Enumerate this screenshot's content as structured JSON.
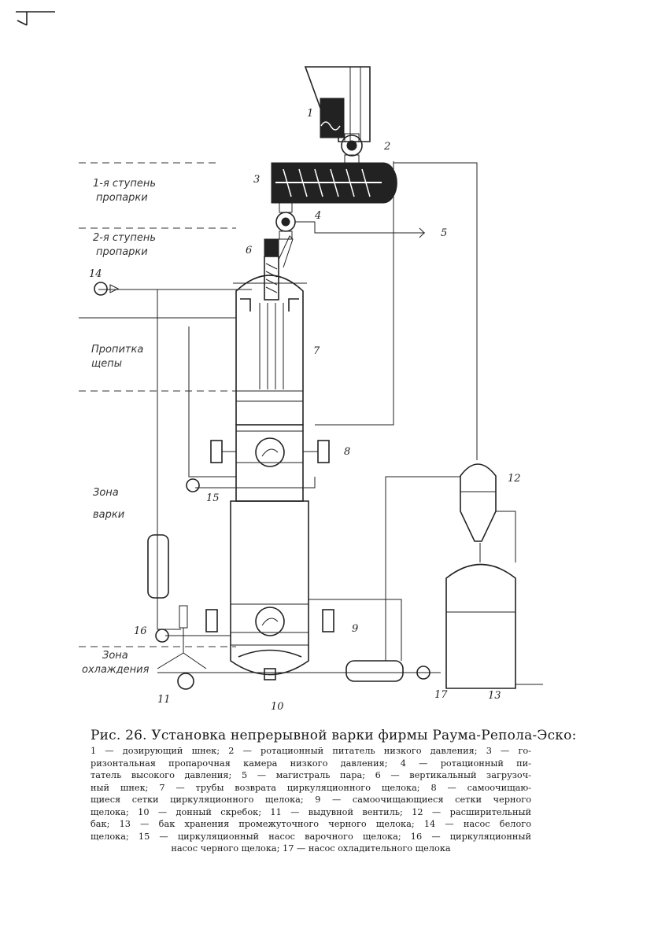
{
  "figure": {
    "caption_title": "Рис. 26. Установка непрерывной варки фирмы Раума-Репола-Эско:",
    "caption_lines": [
      "1 — дозирующий шнек; 2 — ротационный питатель низкого давления; 3 — го-",
      "ризонтальная пропарочная камера низкого давления; 4 — ротационный пи-",
      "татель высокого давления; 5 — магистраль пара; 6 — вертикальный загрузоч-",
      "ный шнек; 7 — трубы возврата циркуляционного щелока; 8 — самоочищаю-",
      "щиеся сетки циркуляционного щелока; 9 — самоочищающиеся сетки черного",
      "щелока; 10 — донный скребок; 11 — выдувной вентиль; 12 — расширительный",
      "бак; 13 — бак хранения промежуточного черного щелока; 14 — насос белого",
      "щелока; 15 — циркуляционный насос варочного щелока; 16 — циркуляционный",
      "насос черного щелока; 17 — насос охладительного щелока"
    ]
  },
  "zones": {
    "stage1_a": "1-я ступень",
    "stage1_b": "пропарки",
    "stage2_a": "2-я ступень",
    "stage2_b": "пропарки",
    "impreg_a": "Пропитка",
    "impreg_b": "щепы",
    "cook_a": "Зона",
    "cook_b": "варки",
    "cool_a": "Зона",
    "cool_b": "охлаждения"
  },
  "labels": [
    "1",
    "2",
    "3",
    "4",
    "5",
    "6",
    "7",
    "8",
    "9",
    "10",
    "11",
    "12",
    "13",
    "14",
    "15",
    "16",
    "17"
  ]
}
